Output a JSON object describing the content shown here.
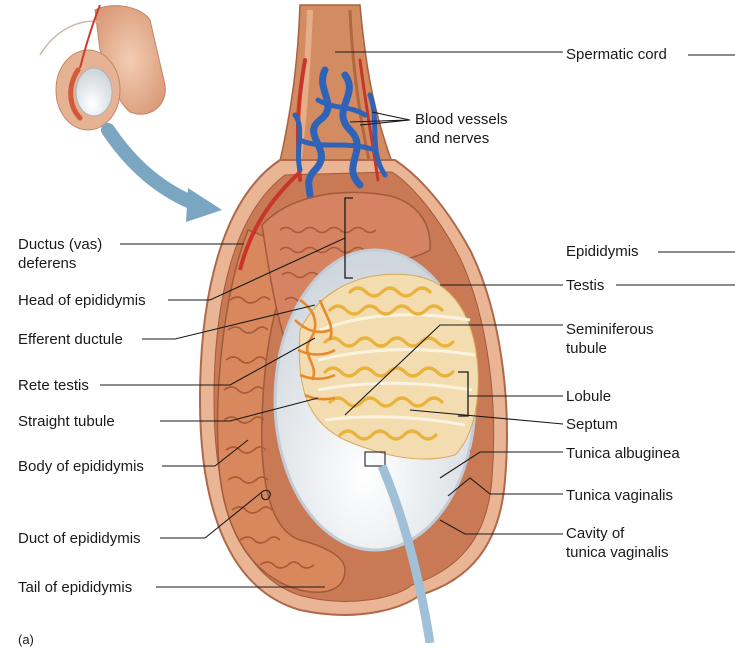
{
  "labels": {
    "spermatic_cord": "Spermatic cord",
    "blood_vessels": "Blood vessels\nand nerves",
    "ductus_deferens": "Ductus (vas)\ndeferens",
    "epididymis": "Epididymis",
    "head_of_epididymis": "Head of epididymis",
    "testis": "Testis",
    "efferent_ductule": "Efferent ductule",
    "seminiferous_tubule": "Seminiferous\ntubule",
    "rete_testis": "Rete testis",
    "lobule": "Lobule",
    "straight_tubule": "Straight tubule",
    "septum": "Septum",
    "tunica_albuginea": "Tunica albuginea",
    "body_of_epididymis": "Body of epididymis",
    "tunica_vaginalis": "Tunica vaginalis",
    "duct_of_epididymis": "Duct of epididymis",
    "cavity_tunica_vaginalis": "Cavity of\ntunica vaginalis",
    "tail_of_epididymis": "Tail of epididymis",
    "panel_letter": "(a)"
  },
  "colors": {
    "flesh": "#e7b08a",
    "flesh_dark": "#b86a48",
    "epididymis": "#d9875d",
    "tubule": "#e9b23a",
    "testis_bg": "#f3ddb0",
    "vein": "#2f63b8",
    "artery": "#c8352b",
    "tunica": "#e2e6ea",
    "arrow": "#7aa6c2",
    "leader": "#1a1a1a"
  }
}
